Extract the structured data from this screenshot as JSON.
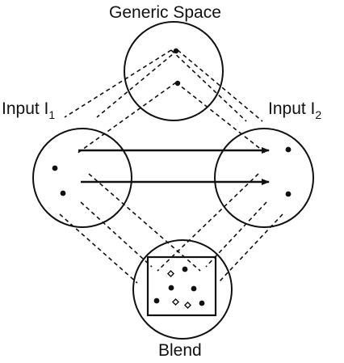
{
  "diagram": {
    "generic_label": "Generic Space",
    "input1_label": "Input I",
    "input1_subscript": "1",
    "input2_label": "Input I",
    "input2_subscript": "2",
    "blend_label": "Blend"
  },
  "colors": {
    "ink": "#111111",
    "background": "#ffffff"
  }
}
